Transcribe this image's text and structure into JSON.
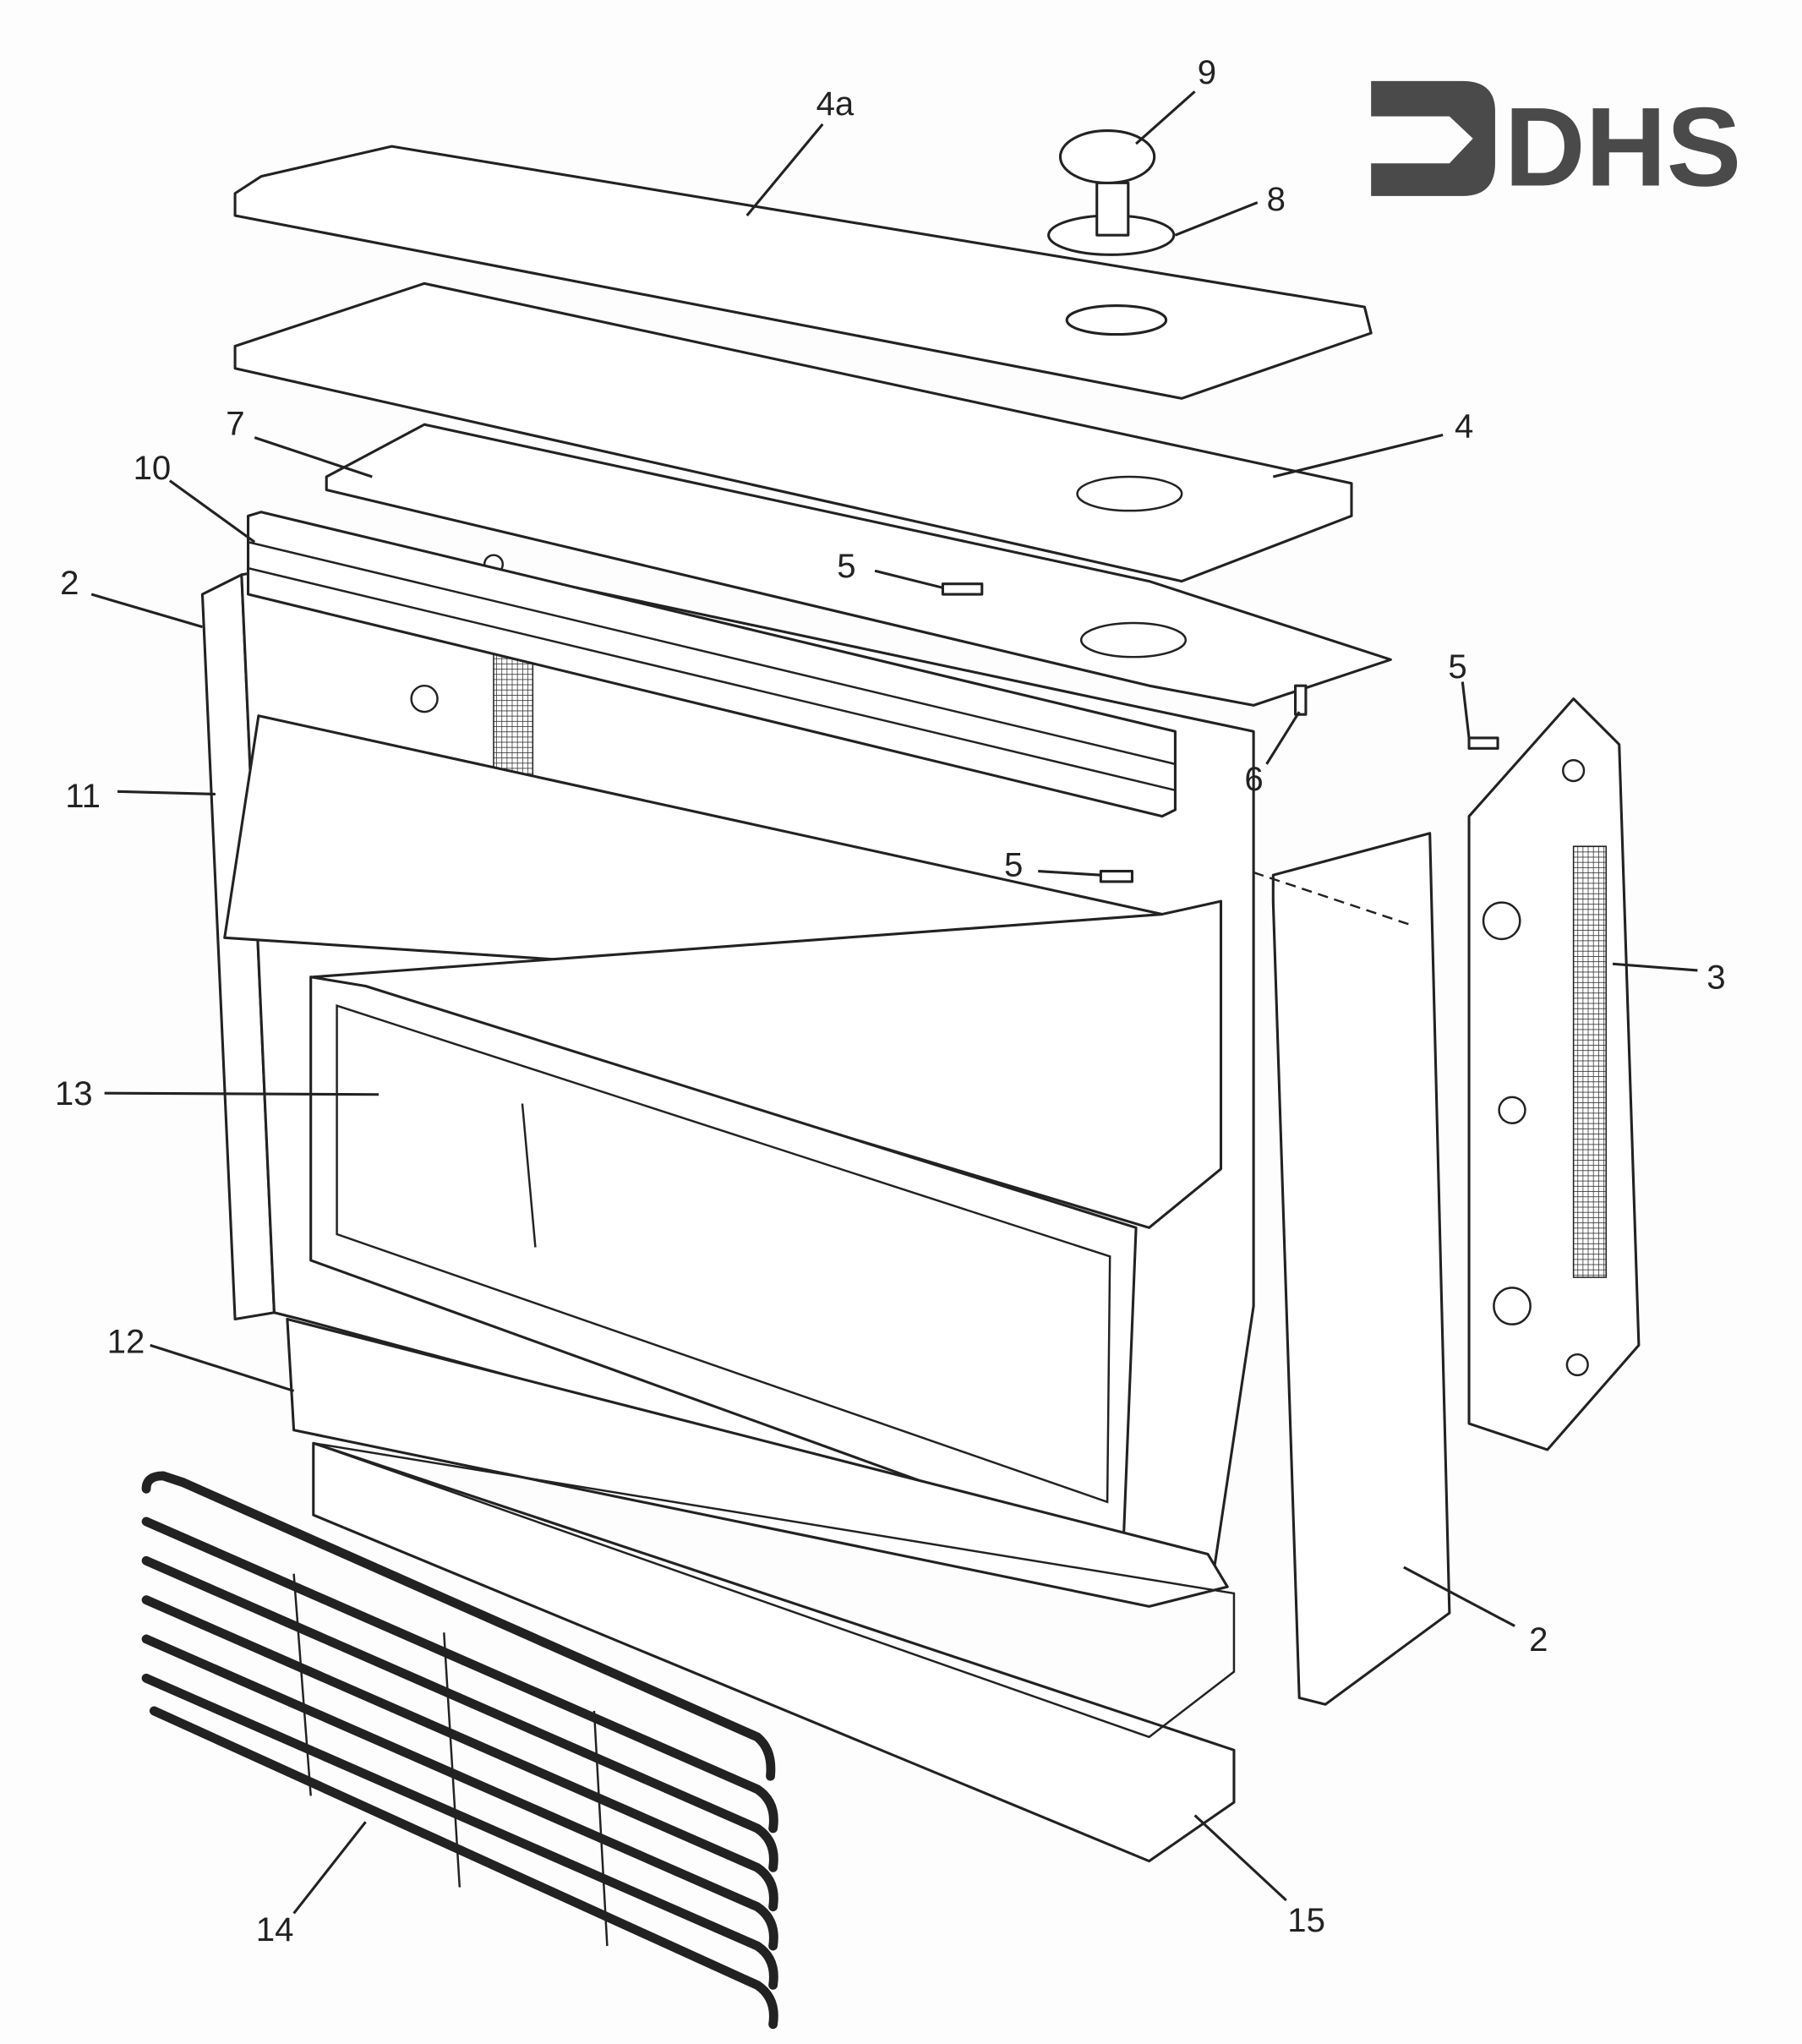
{
  "logo": {
    "text": "DHS",
    "color": "#4a4a4a"
  },
  "callouts": [
    {
      "id": "4a",
      "label": "4a"
    },
    {
      "id": "9",
      "label": "9"
    },
    {
      "id": "8",
      "label": "8"
    },
    {
      "id": "4",
      "label": "4"
    },
    {
      "id": "7",
      "label": "7"
    },
    {
      "id": "10",
      "label": "10"
    },
    {
      "id": "2-left",
      "label": "2"
    },
    {
      "id": "5-top",
      "label": "5"
    },
    {
      "id": "5-right",
      "label": "5"
    },
    {
      "id": "6",
      "label": "6"
    },
    {
      "id": "11",
      "label": "11"
    },
    {
      "id": "5-mid",
      "label": "5"
    },
    {
      "id": "3",
      "label": "3"
    },
    {
      "id": "13",
      "label": "13"
    },
    {
      "id": "12",
      "label": "12"
    },
    {
      "id": "2-right",
      "label": "2"
    },
    {
      "id": "14",
      "label": "14"
    },
    {
      "id": "15",
      "label": "15"
    }
  ]
}
